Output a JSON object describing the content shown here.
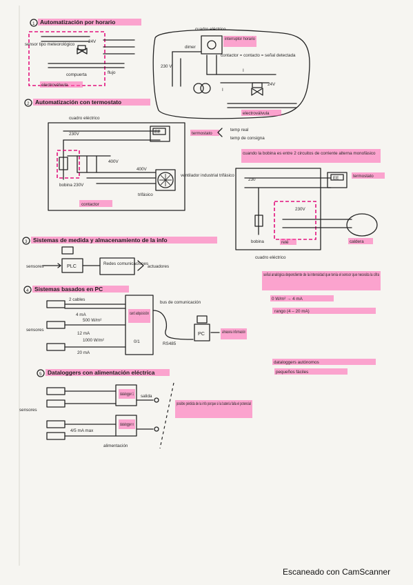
{
  "sections": {
    "s1": {
      "number": "1",
      "title": "Automatización por horario"
    },
    "s2": {
      "number": "2",
      "title": "Automatización con termostato"
    },
    "s3": {
      "number": "3",
      "title": "Sistemas de medida y almacenamiento de la info"
    },
    "s4": {
      "number": "4",
      "title": "Sistemas basados en PC"
    },
    "s5": {
      "number": "5",
      "title": "Dataloggers con alimentación eléctrica"
    }
  },
  "d1": {
    "sensor": "sensor tipo meteorológico",
    "v24": "24V",
    "out": "compuerta",
    "flow": "flujo",
    "valve": "electroválvula"
  },
  "d1b": {
    "cabinet": "cuadro eléctrico",
    "switch": "interruptor horario",
    "timer": "dimer",
    "v230": "230 V",
    "contact": "contactor = contacto = señal detectada",
    "current": "I",
    "v24": "24V",
    "valve": "electroválvula"
  },
  "d2": {
    "cabinet": "cuadro eléctrico",
    "v230": "230V",
    "thermostat_box": "EE",
    "thermostat": "termostato",
    "temp_real": "temp real",
    "temp_target": "temp de consigna",
    "v400": "400V",
    "v400b": "400V",
    "coil": "bobina 230V",
    "motor": "ventilador industrial trifásico",
    "coil_label": "contactor",
    "phase": "trifásico"
  },
  "d2b": {
    "note": "cuando la bobina es entre 2 circuitos de corriente alterna monofásico",
    "v230": "230",
    "box": "EE",
    "thermostat": "termostato",
    "v230b": "230V",
    "coil": "bobina",
    "relay": "relé",
    "load": "caldera",
    "cabinet": "cuadro eléctrico"
  },
  "d3": {
    "sensors": "sensores",
    "plc": "PLC",
    "network": "Redes comunicaciones",
    "actuators": "actuadores"
  },
  "d4": {
    "sensors": "sensores",
    "s1": "2 cables",
    "s2": "4 mA",
    "s3": "500 W/m²",
    "s4": "12 mA",
    "s5": "1000 W/m²",
    "s6": "20 mA",
    "card": "card adquisición",
    "range": "0/1",
    "bus": "bus de comunicación",
    "bus2": "RS485",
    "pc": "PC",
    "storage": "almacena información",
    "note1": "señal analógica dependiente de la intensidad que tenía el sensor que necesita la cifra",
    "eq": "0 W/m² → 4 mA",
    "range_note": "rango (4 – 20 mA)"
  },
  "d5": {
    "sensors": "sensores",
    "logger1": "datalogger 1",
    "logger2": "datalogger n",
    "output": "salida",
    "power": "alimentación",
    "current": "4/5 mA max",
    "note": "posible pérdida de la info porque si la batería falla el potencial",
    "auto": "dataloggers autónomos",
    "small": "pequeños fáciles"
  },
  "footer": "Escaneado con CamScanner"
}
